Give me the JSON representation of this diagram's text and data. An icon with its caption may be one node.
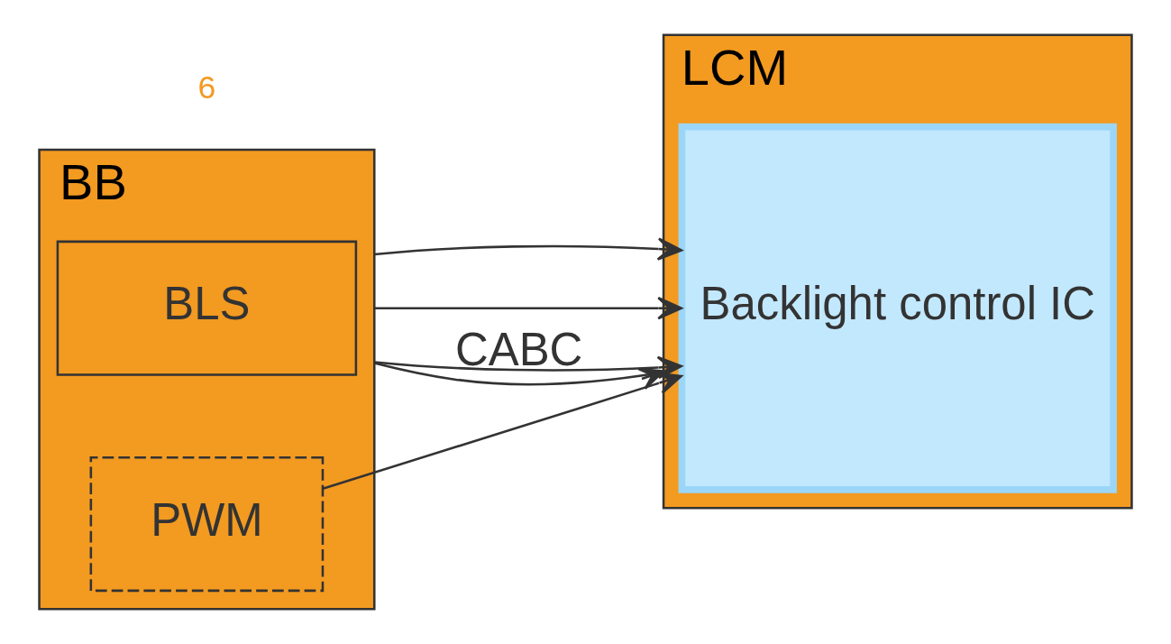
{
  "diagram": {
    "nodes": [
      {
        "text": [
          "BB"
        ]
      },
      {
        "text": [
          "BLS"
        ],
        "in": 0
      },
      {
        "text": [
          "PWM"
        ],
        "in": 0
      },
      {
        "text": [
          "LCM"
        ]
      },
      {
        "text": [
          "Backlight control IC"
        ],
        "in": 3
      }
    ],
    "edges": [
      {
        "from": 2,
        "to": 4,
        "arrow": "to"
      },
      {
        "from": 0,
        "to": 4,
        "arrow": "to"
      },
      {
        "from": 0,
        "to": 4,
        "arrow": "to"
      },
      {
        "from": 0,
        "to": 4,
        "arrow": "to"
      },
      {
        "from": 0,
        "to": 3,
        "label": "CABC",
        "arrow": "to"
      }
    ],
    "labels": [
      "6"
    ]
  }
}
